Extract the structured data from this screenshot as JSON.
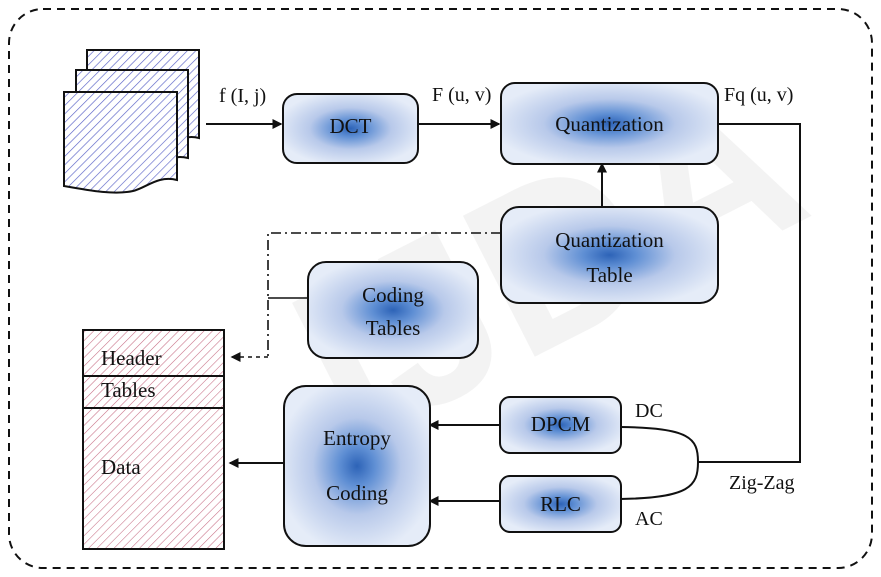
{
  "diagram": {
    "watermark_text": "IJDA",
    "colors": {
      "box_fill": "#dfe8f6",
      "box_glow": "#2d63b7",
      "line": "#111111",
      "border_dash": "#111111",
      "doc_hatch": "#5d65c9",
      "data_hatch": "#c76d84"
    },
    "labels": {
      "f_ij": "f (I, j)",
      "f_uv": "F (u, v)",
      "fq_uv": "Fq (u, v)",
      "dc": "DC",
      "ac": "AC",
      "zigzag": "Zig-Zag"
    },
    "blocks": {
      "dct": "DCT",
      "quantization": "Quantization",
      "quantization_table": {
        "line1": "Quantization",
        "line2": "Table"
      },
      "coding_tables": {
        "line1": "Coding",
        "line2": "Tables"
      },
      "dpcm": "DPCM",
      "rlc": "RLC",
      "entropy_coding": {
        "line1": "Entropy",
        "line2": "Coding"
      }
    },
    "output_file": {
      "header": "Header",
      "tables": "Tables",
      "data": "Data"
    }
  }
}
